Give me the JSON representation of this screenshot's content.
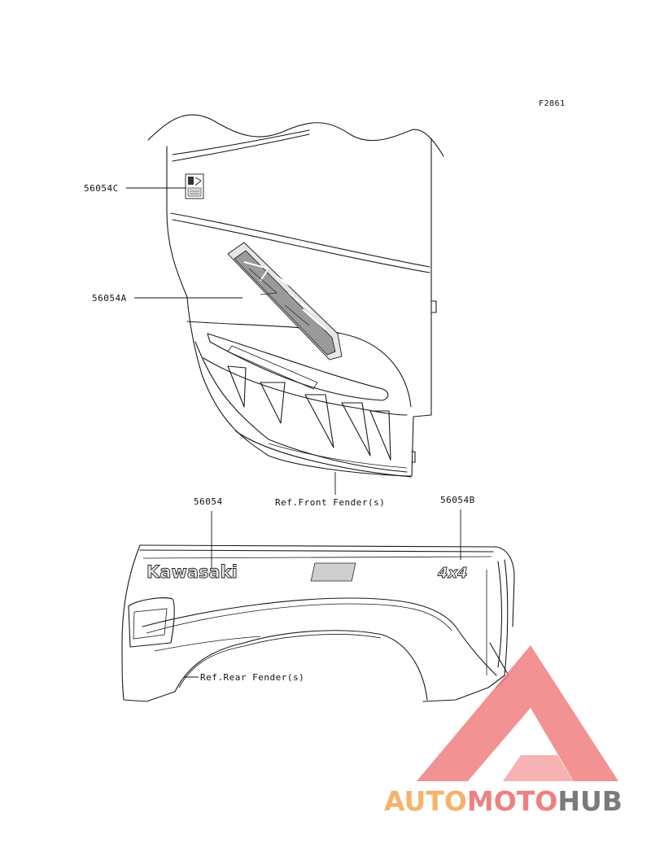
{
  "figure_code": "F2861",
  "labels": {
    "part_56054C": "56054C",
    "part_56054A": "56054A",
    "part_56054": "56054",
    "part_56054B": "56054B",
    "ref_front_fender": "Ref.Front Fender(s)",
    "ref_rear_fender": "Ref.Rear Fender(s)"
  },
  "decals": {
    "brand_text": "Kawasaki",
    "four_by_four": "4x4"
  },
  "watermark": {
    "part1": "AUTO",
    "part2": "MOTO",
    "part3": "HUB",
    "color_orange": "#f6b26b",
    "color_red": "#f08080",
    "color_gray": "#7a7a7a"
  }
}
